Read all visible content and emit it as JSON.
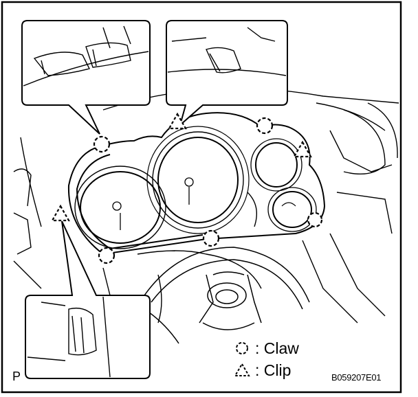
{
  "legend": {
    "claw_label": "Claw",
    "clip_label": "Clip",
    "claw_symbol": "dashed-circle",
    "clip_symbol": "dashed-triangle"
  },
  "corner_letter": "P",
  "figure_code": "B059207E01",
  "colors": {
    "line": "#000000",
    "background": "#ffffff"
  }
}
